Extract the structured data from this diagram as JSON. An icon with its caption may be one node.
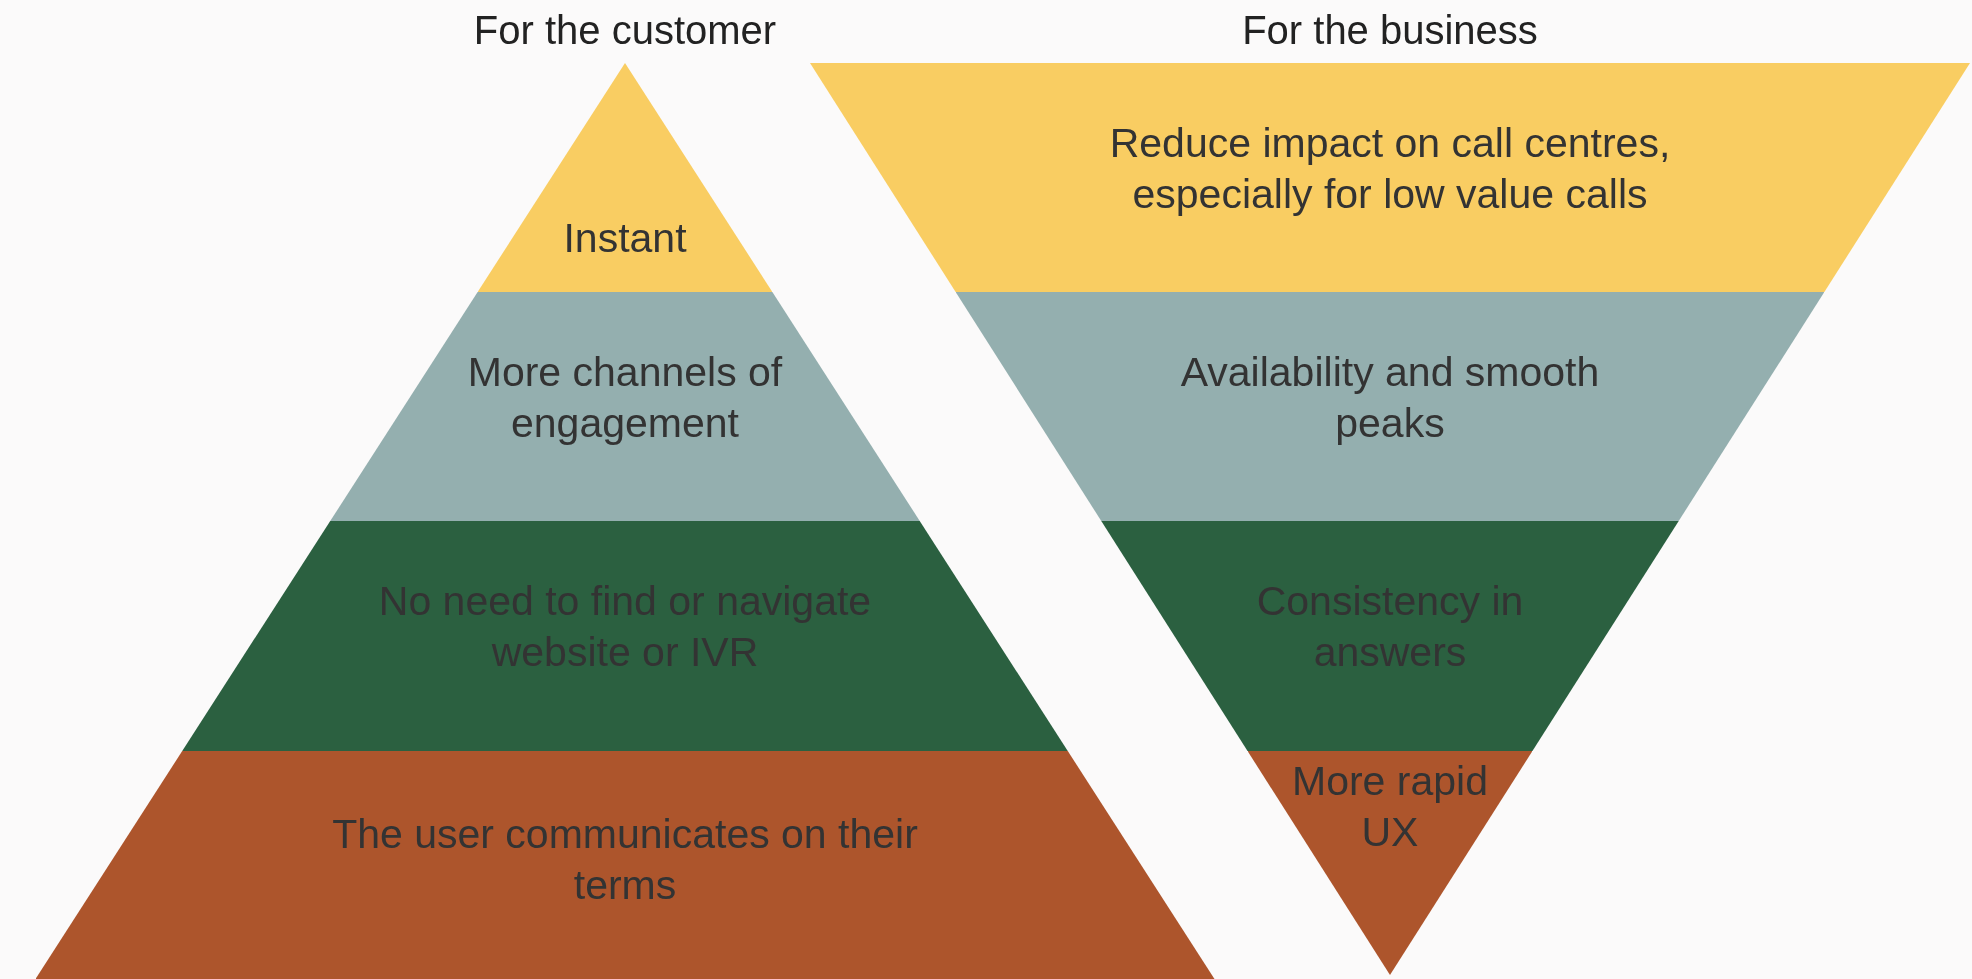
{
  "diagram": {
    "nodes": [
      {
        "text": [
          "Instant"
        ]
      },
      {
        "text": [
          "More channels of engagement"
        ]
      },
      {
        "text": [
          "No need to find or navigate website or IVR"
        ]
      },
      {
        "text": [
          "The user communicates on their terms"
        ]
      },
      {
        "text": [
          "Reduce impact on call centres, especially for low value calls"
        ]
      },
      {
        "text": [
          "Availability and smooth peaks"
        ]
      },
      {
        "text": [
          "Consistency in answers"
        ]
      },
      {
        "text": [
          "More rapid UX"
        ]
      }
    ],
    "labels": [
      "For the customer",
      "For the business"
    ]
  }
}
